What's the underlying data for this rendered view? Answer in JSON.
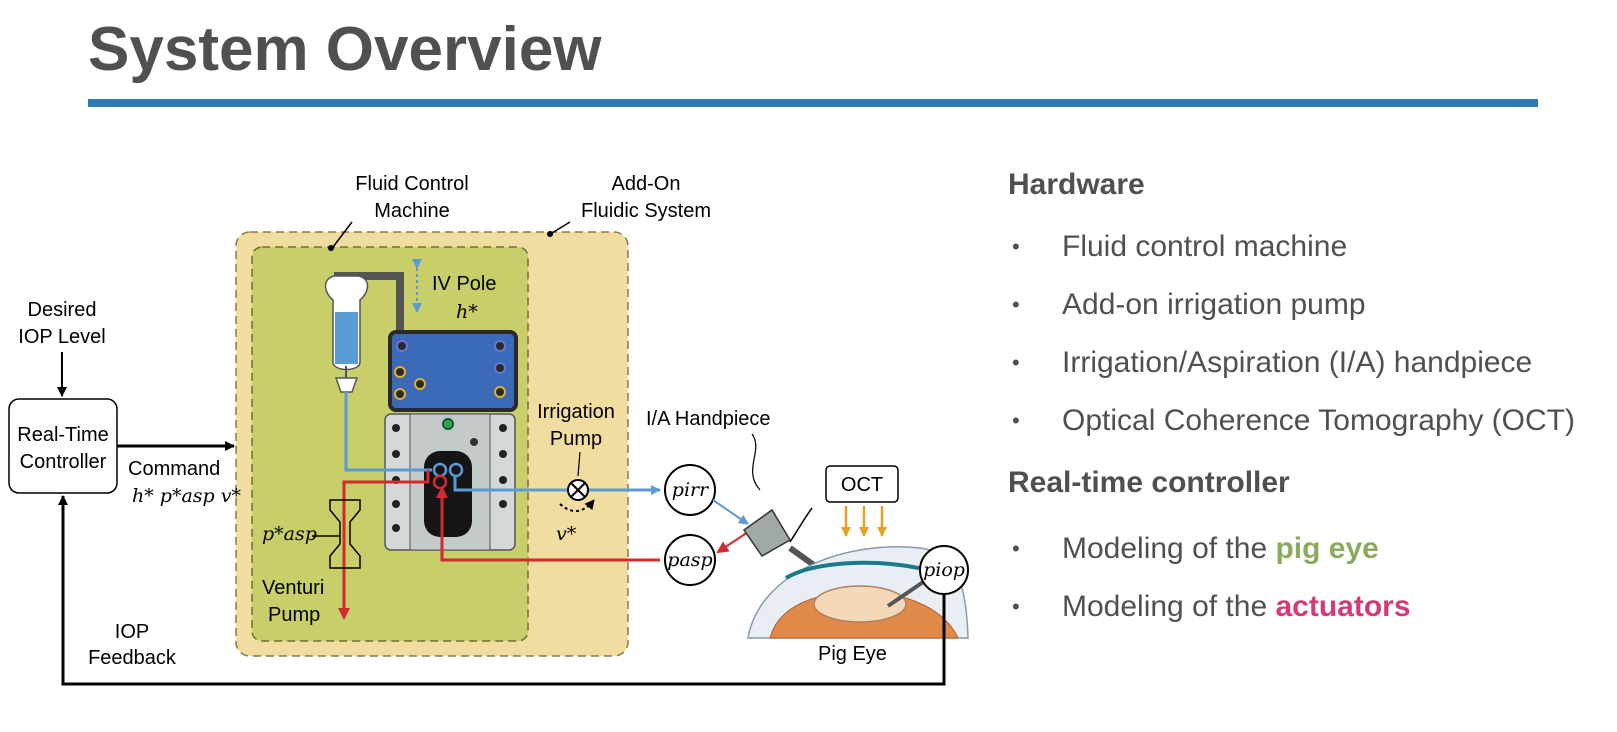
{
  "slide": {
    "title": "System Overview",
    "accent_color": "#2f79b5"
  },
  "diagram": {
    "labels": {
      "fluid_control_machine_1": "Fluid Control",
      "fluid_control_machine_2": "Machine",
      "addon_1": "Add-On",
      "addon_2": "Fluidic System",
      "iv_pole": "IV Pole",
      "desired_1": "Desired",
      "desired_2": "IOP Level",
      "rtc_1": "Real-Time",
      "rtc_2": "Controller",
      "command": "Command",
      "irrigation_1": "Irrigation",
      "irrigation_2": "Pump",
      "handpiece": "I/A Handpiece",
      "oct": "OCT",
      "venturi_1": "Venturi",
      "venturi_2": "Pump",
      "iop_feedback_1": "IOP",
      "iop_feedback_2": "Feedback",
      "pig_eye": "Pig Eye"
    },
    "colors": {
      "addon_fill": "#f2dda0",
      "machine_fill": "#c8cf6a",
      "irrigation_line": "#5b9bd5",
      "aspiration_line": "#d12a2f",
      "oct_arrow": "#e8a020"
    }
  },
  "panel": {
    "hardware_heading": "Hardware",
    "hardware_items": [
      "Fluid control machine",
      "Add-on irrigation pump",
      "Irrigation/Aspiration (I/A) handpiece",
      "Optical Coherence Tomography (OCT)"
    ],
    "controller_heading": "Real-time controller",
    "item_prefix": "Modeling of the",
    "pig_eye_word": "pig eye",
    "actuators_word": "actuators",
    "pig_eye_color": "#8aab5e",
    "actuators_color": "#d23a7a",
    "bullet": "•"
  }
}
